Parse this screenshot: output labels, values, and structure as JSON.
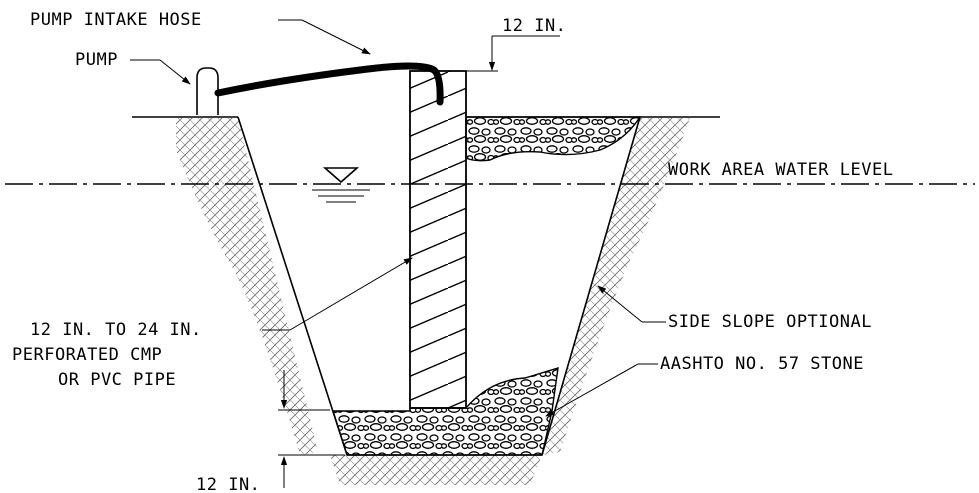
{
  "labels": {
    "pump": "PUMP",
    "pump_intake_hose": "PUMP INTAKE HOSE",
    "top_dimension": "12 IN.",
    "work_area_water_level": "WORK AREA WATER LEVEL",
    "pipe_line1": "12 IN. TO 24 IN.",
    "pipe_line2": "PERFORATED CMP",
    "pipe_line3": "OR PVC PIPE",
    "side_slope_optional": "SIDE SLOPE OPTIONAL",
    "aashto_stone": "AASHTO NO. 57 STONE",
    "bottom_dimension": "12 IN."
  }
}
